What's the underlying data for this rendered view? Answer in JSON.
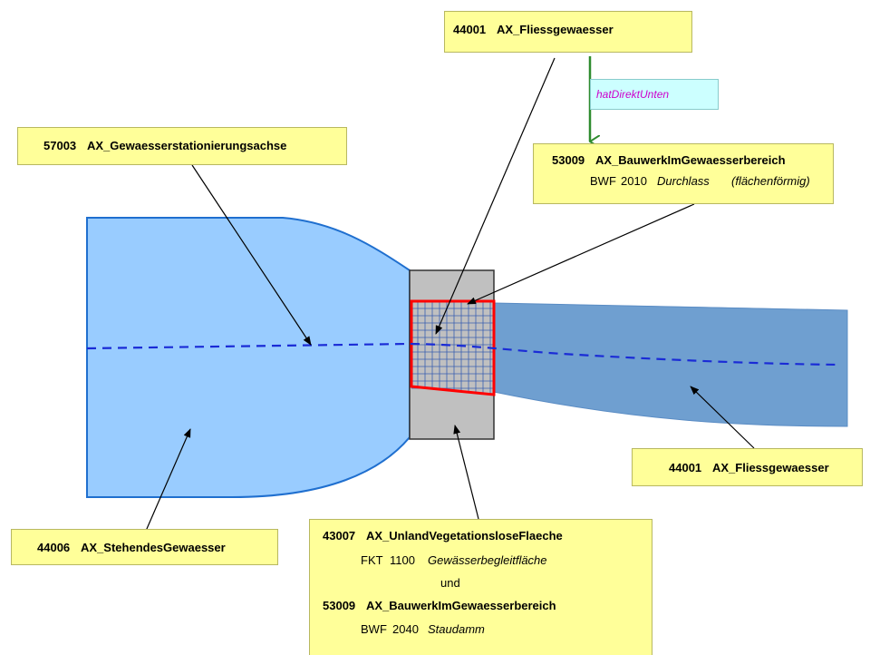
{
  "relation": {
    "label": "hatDirektUnten"
  },
  "labels": {
    "fliessgewaesser_top": {
      "code": "44001",
      "name": "AX_Fliessgewaesser"
    },
    "stationierungsachse": {
      "code": "57003",
      "name": "AX_Gewaesserstationierungsachse"
    },
    "bauwerk_top": {
      "code": "53009",
      "name": "AX_BauwerkImGewaesserbereich",
      "attr": "BWF",
      "value": "2010",
      "value_text": "Durchlass",
      "extra": "(flächenförmig)"
    },
    "fliessgewaesser_right": {
      "code": "44001",
      "name": "AX_Fliessgewaesser"
    },
    "stehendes": {
      "code": "44006",
      "name": "AX_StehendesGewaesser"
    },
    "unland_bottom": {
      "line1_code": "43007",
      "line1_name": "AX_UnlandVegetationsloseFlaeche",
      "line2_attr": "FKT",
      "line2_value": "1100",
      "line2_text": "Gewässerbegleitfläche",
      "connector": "und",
      "line4_code": "53009",
      "line4_name": "AX_BauwerkImGewaesserbereich",
      "line5_attr": "BWF",
      "line5_value": "2040",
      "line5_text": "Staudamm"
    }
  },
  "colors": {
    "lake_fill": "#99ccff",
    "lake_stroke": "#1f6fcf",
    "river_fill": "#6f9fd0",
    "dam_fill": "#c0c0c0",
    "culvert_stroke": "#ff0000",
    "grid_stroke": "#3a5fb0",
    "axis_stroke": "#1a2bd6",
    "relation_arrow": "#2e8b2e"
  }
}
